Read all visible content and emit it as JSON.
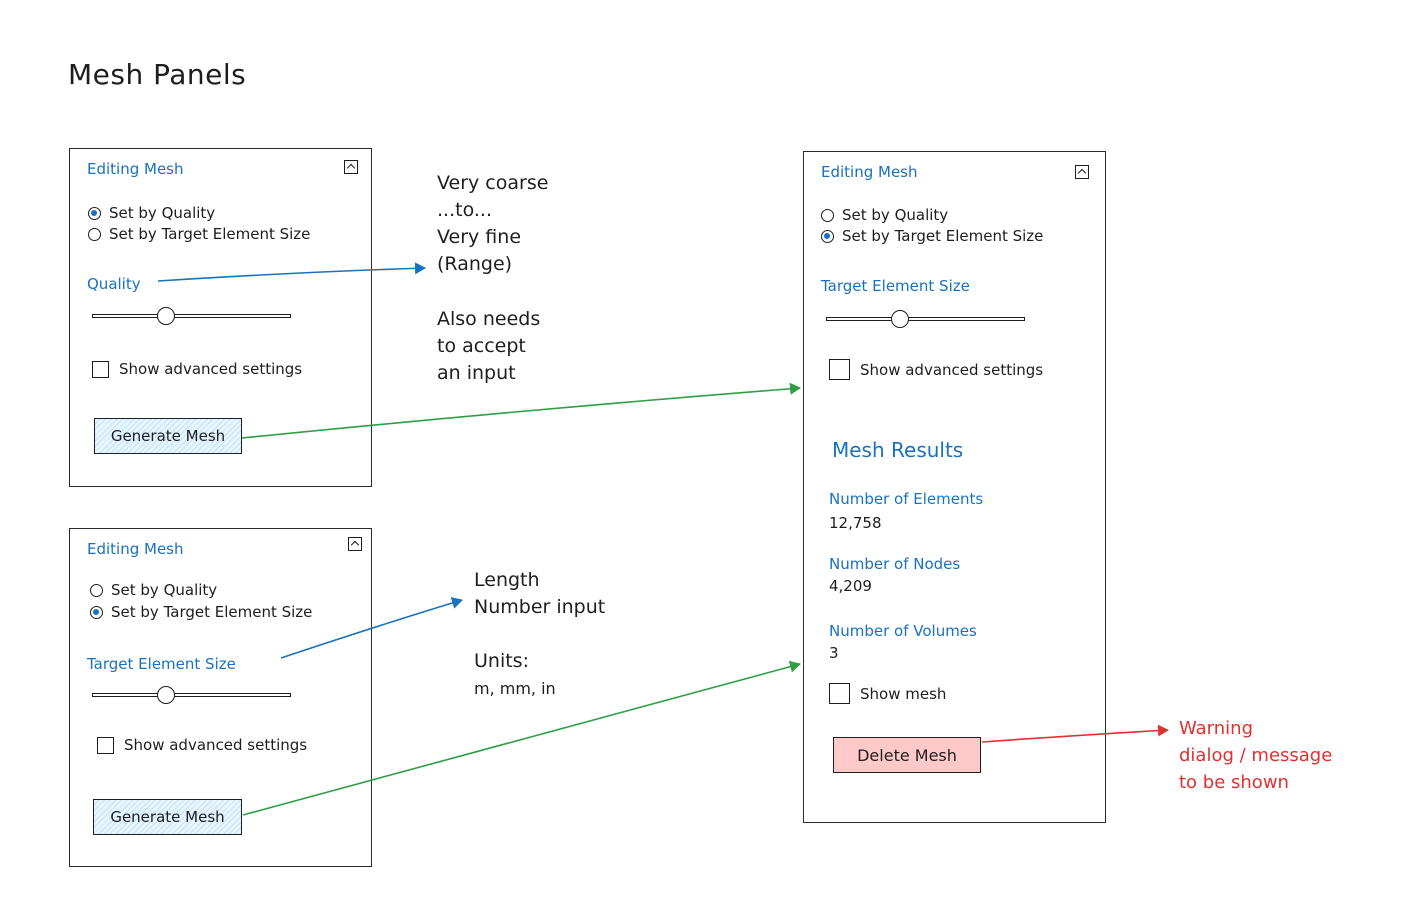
{
  "page": {
    "title": "Mesh Panels"
  },
  "panel_quality": {
    "title": "Editing Mesh",
    "radio_options": [
      {
        "label": "Set by Quality",
        "selected": true
      },
      {
        "label": "Set by Target Element Size",
        "selected": false
      }
    ],
    "field_label": "Quality",
    "slider_level": 0.37,
    "advanced_label": "Show advanced settings",
    "advanced_checked": false,
    "button_label": "Generate Mesh"
  },
  "panel_size": {
    "title": "Editing Mesh",
    "radio_options": [
      {
        "label": "Set by Quality",
        "selected": false
      },
      {
        "label": "Set by Target Element Size",
        "selected": true
      }
    ],
    "field_label": "Target Element Size",
    "slider_level": 0.37,
    "advanced_label": "Show advanced settings",
    "advanced_checked": false,
    "button_label": "Generate Mesh"
  },
  "panel_results": {
    "title": "Editing Mesh",
    "radio_options": [
      {
        "label": "Set by Quality",
        "selected": false
      },
      {
        "label": "Set by Target Element Size",
        "selected": true
      }
    ],
    "field_label": "Target Element Size",
    "slider_level": 0.37,
    "advanced_label": "Show advanced settings",
    "advanced_checked": false,
    "results_title": "Mesh Results",
    "results": [
      {
        "label": "Number of Elements",
        "value": "12,758"
      },
      {
        "label": "Number of Nodes",
        "value": "4,209"
      },
      {
        "label": "Number of Volumes",
        "value": "3"
      }
    ],
    "show_mesh_label": "Show mesh",
    "show_mesh_checked": false,
    "delete_label": "Delete Mesh"
  },
  "notes": {
    "quality_range": [
      "Very coarse",
      "...to...",
      "Very fine",
      "(Range)"
    ],
    "quality_input": [
      "Also needs",
      "to accept",
      "an input"
    ],
    "length_input": [
      "Length",
      "Number input"
    ],
    "units_title": "Units:",
    "units_list": "m, mm, in",
    "warning": [
      "Warning",
      "dialog / message",
      "to be shown"
    ]
  },
  "colors": {
    "label_blue": "#1971c2",
    "arrow_blue": "#1971c2",
    "arrow_green": "#2f9e44",
    "warning_red": "#e03131",
    "delete_fill": "#ffc9c9",
    "generate_fill": "#e7f5ff"
  }
}
